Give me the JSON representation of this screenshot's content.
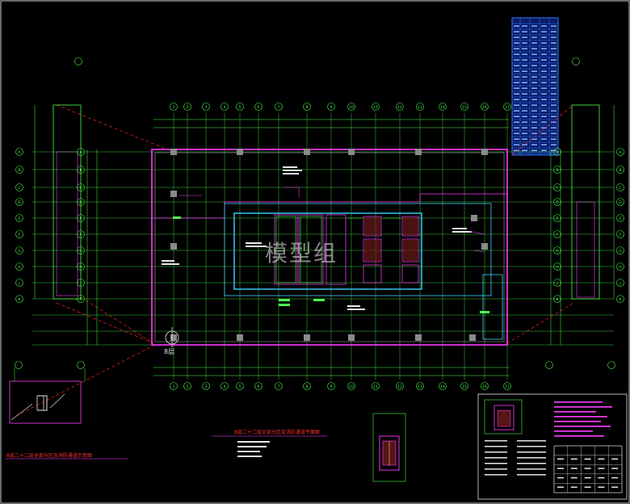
{
  "watermark": "模型组",
  "north_marker_label": "8层",
  "grid_axis_labels_top": [
    "1",
    "2",
    "3",
    "4",
    "5",
    "6",
    "7",
    "8",
    "9",
    "10",
    "11",
    "12",
    "13",
    "14",
    "15",
    "16",
    "17"
  ],
  "grid_axis_labels_side": [
    "A",
    "B",
    "C",
    "D",
    "E",
    "F",
    "G",
    "H",
    "J",
    "K"
  ],
  "captions": {
    "main_plan": "8层二十二层全部分区及消防通道平面图",
    "bottom_left": "8层二十二层全部分区及消防通道示意图"
  },
  "colors": {
    "grid": "#4cff4c",
    "outer_wall": "#ff3cff",
    "core_wall": "#3cd2ff",
    "red_dash": "#ff2020",
    "legend_table": "#1a6dff",
    "room_magenta": "#ff40ff",
    "text_white": "#e6e6e6"
  }
}
